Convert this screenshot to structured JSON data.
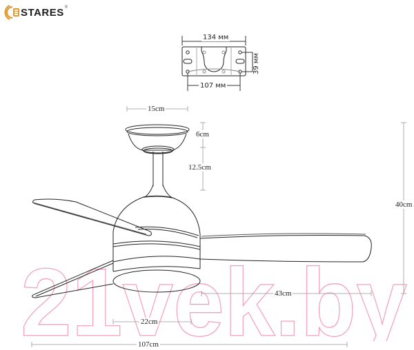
{
  "brand": {
    "name": "STARES",
    "registered_mark": "®",
    "accent_color": "#e39a2d",
    "icon": "estares-wave-icon"
  },
  "bracket": {
    "width_label": "134 мм",
    "hole_spacing_label": "107 мм",
    "height_label": "39 мм"
  },
  "fan": {
    "canopy_diameter_label": "15cm",
    "canopy_height_label": "6cm",
    "downrod_label": "12.5cm",
    "total_height_label": "40cm",
    "blade_length_label": "43cm",
    "light_diameter_label": "22cm",
    "total_span_label": "107cm"
  },
  "watermark": {
    "text": "21vek.by",
    "color": "#f5a0b8"
  }
}
